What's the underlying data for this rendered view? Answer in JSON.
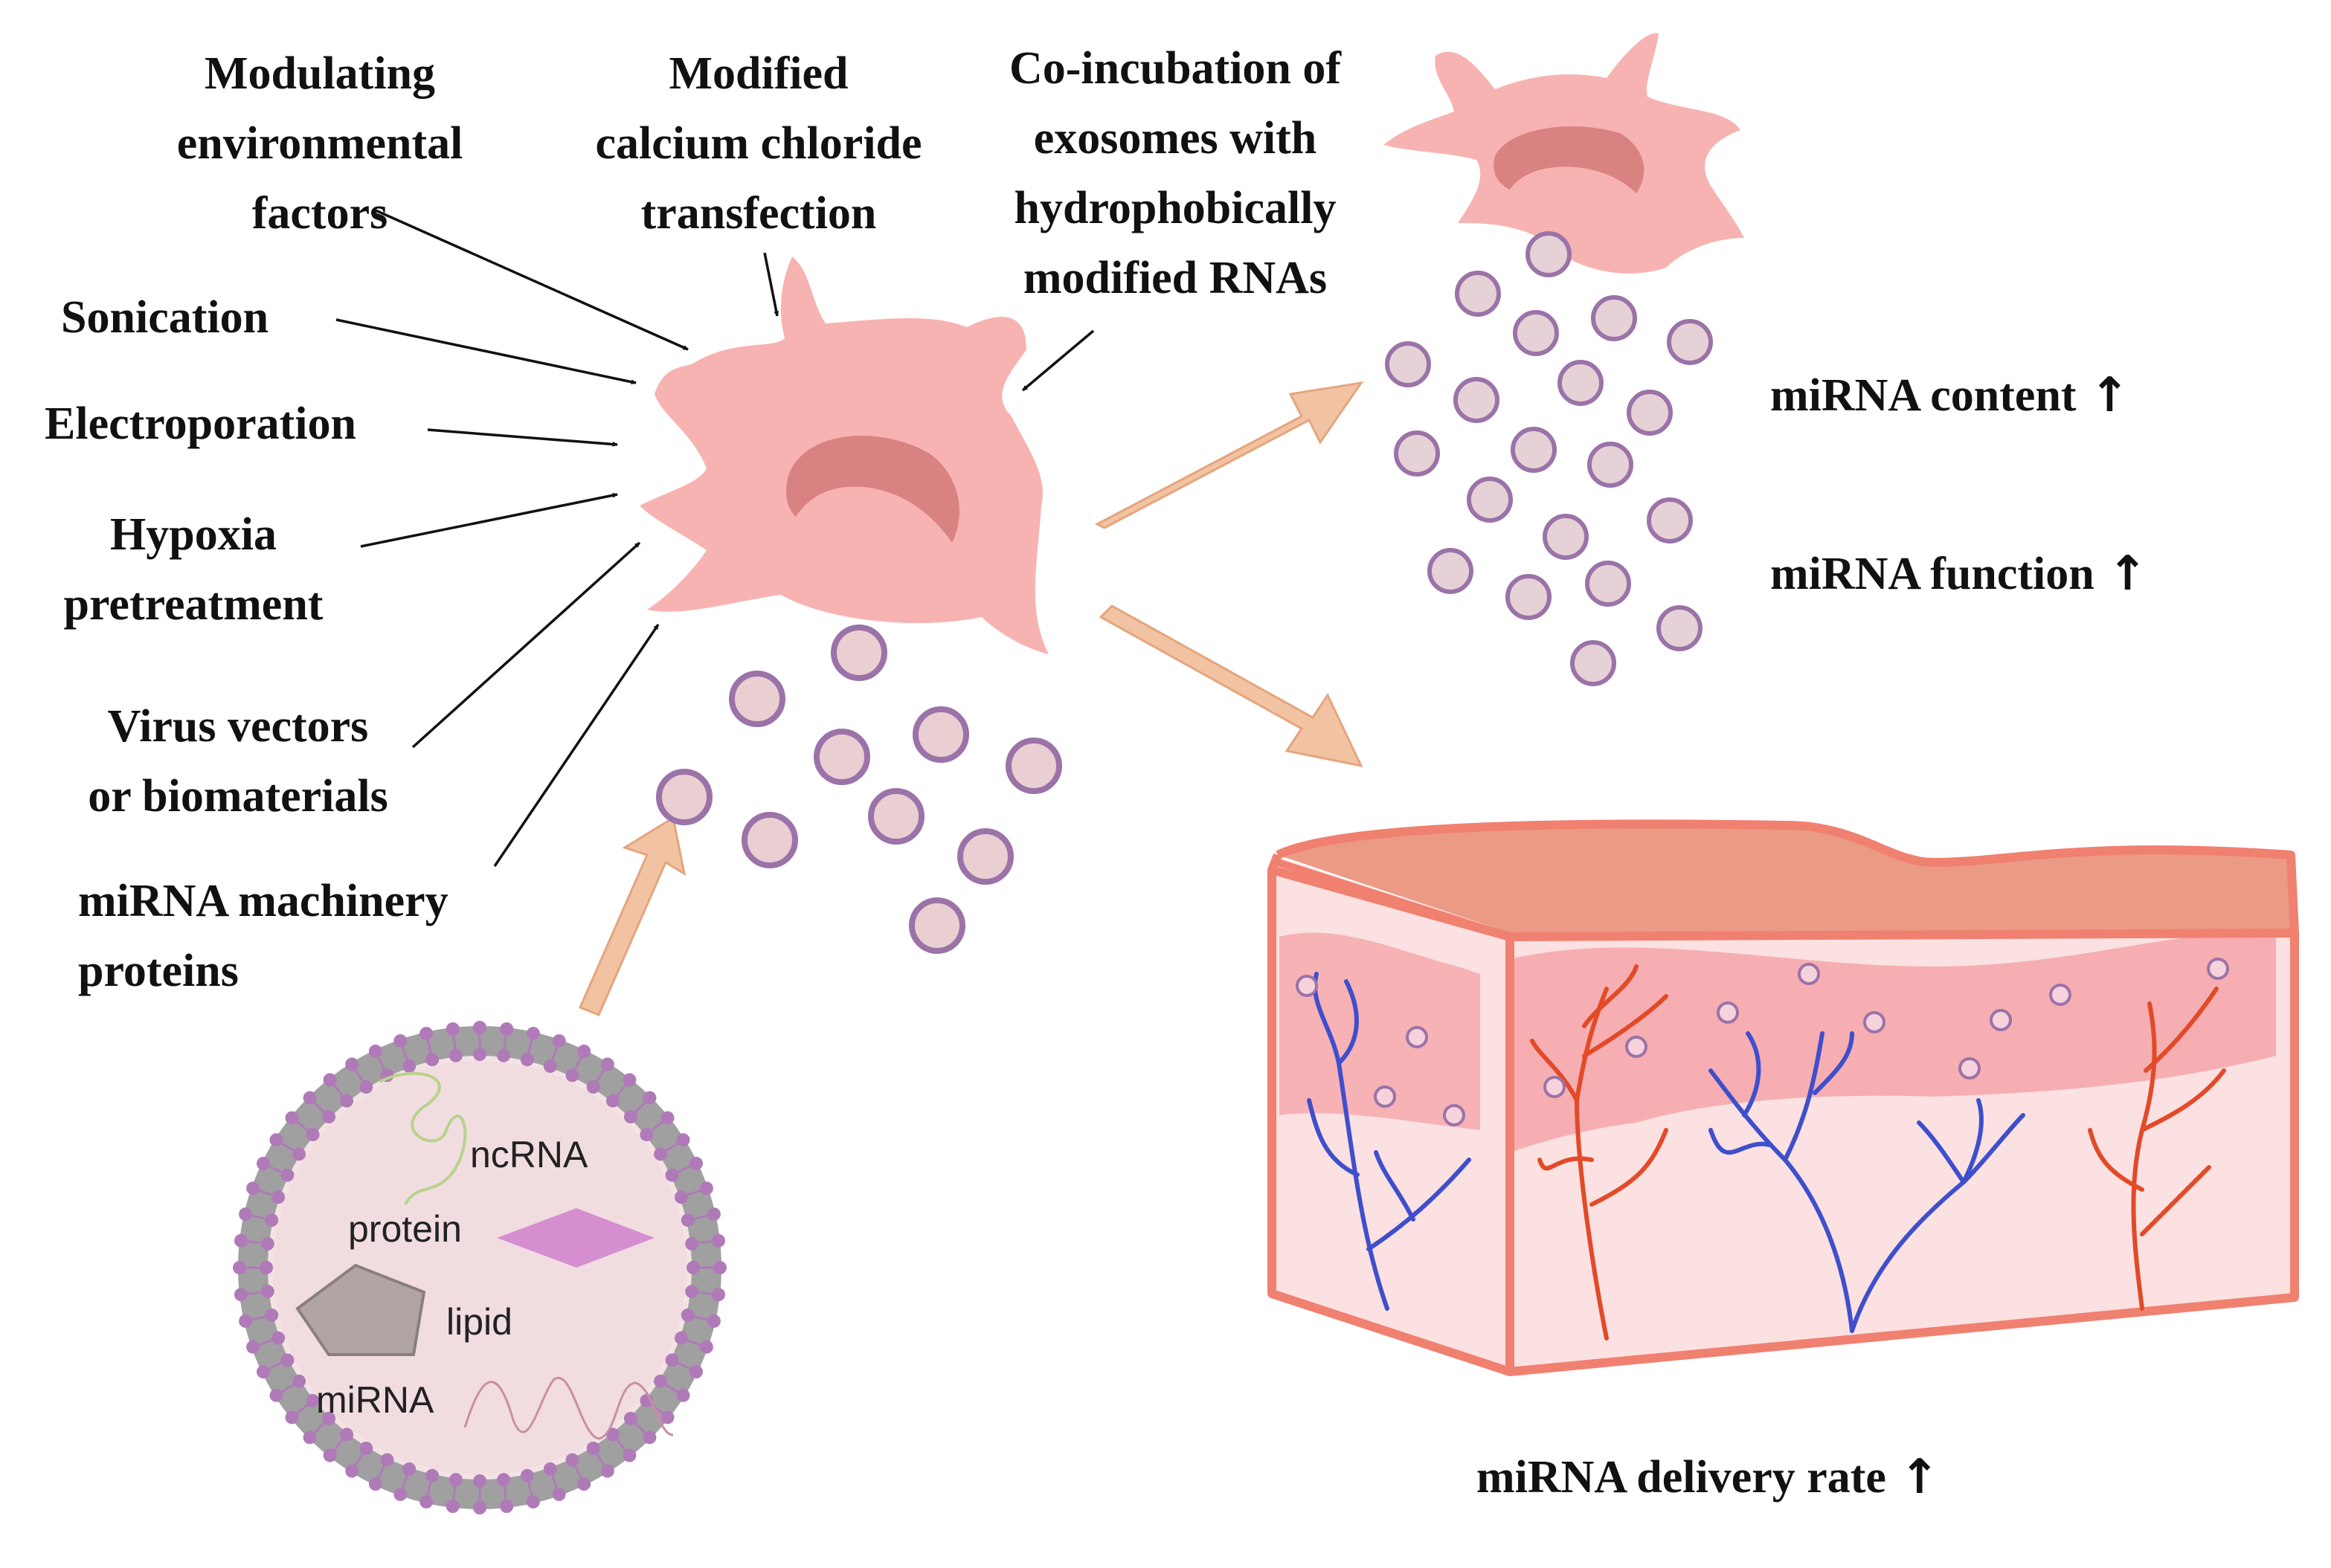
{
  "methods": {
    "modulating": [
      "Modulating",
      "environmental",
      "factors"
    ],
    "calcium": [
      "Modified",
      "calcium chloride",
      "transfection"
    ],
    "coincubation": [
      "Co-incubation of",
      "exosomes with",
      "hydrophobically",
      "modified RNAs"
    ],
    "sonication": "Sonication",
    "electroporation": "Electroporation",
    "hypoxia": [
      "Hypoxia",
      "pretreatment"
    ],
    "virus": [
      "Virus vectors",
      "or biomaterials"
    ],
    "machinery": [
      "miRNA machinery",
      "proteins"
    ]
  },
  "exosome_contents": {
    "ncrna": "ncRNA",
    "protein": "protein",
    "lipid": "lipid",
    "mirna": "miRNA"
  },
  "results": {
    "content": "miRNA content",
    "function": "miRNA function",
    "delivery": "miRNA delivery rate",
    "increase_symbol": "↑"
  },
  "colors": {
    "cell": "#f7b3b1",
    "nucleus": "#d98282",
    "vesicle_fill": "#e9cfd2",
    "vesicle_stroke": "#9b73a8",
    "flow_arrow": "#f2c3a2",
    "vein": "#3f4fcc",
    "artery": "#e24a28",
    "tissue_border": "#f08070"
  }
}
